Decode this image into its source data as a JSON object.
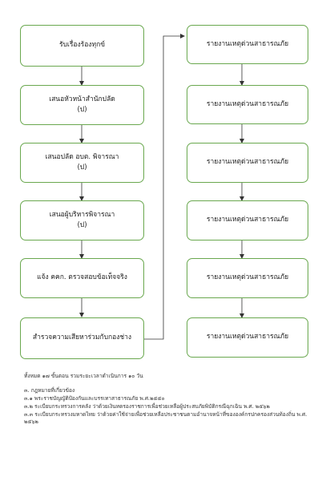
{
  "left_steps": [
    {
      "line1": "รับเรื่องร้องทุกข์",
      "line2": ""
    },
    {
      "line1": "เสนอหัวหน้าสำนักปลัด",
      "line2": "(ป)"
    },
    {
      "line1": "เสนอปลัด อบต. พิจารณา",
      "line2": "(ป)"
    },
    {
      "line1": "เสนอผู้บริหารพิจารณา",
      "line2": "(ป)"
    },
    {
      "line1": "แจ้ง คคก. ตรวจสอบข้อเท็จจริง",
      "line2": ""
    },
    {
      "line1": "สำรวจความเสียหาร่วมกับกองช่าง",
      "line2": ""
    }
  ],
  "right_steps": [
    {
      "line1": "รายงานเหตุด่วนสาธารณภัย"
    },
    {
      "line1": "รายงานเหตุด่วนสาธารณภัย"
    },
    {
      "line1": "รายงานเหตุด่วนสาธารณภัย"
    },
    {
      "line1": "รายงานเหตุด่วนสาธารณภัย"
    },
    {
      "line1": "รายงานเหตุด่วนสาธารณภัย"
    },
    {
      "line1": "รายงานเหตุด่วนสาธารณภัย"
    }
  ],
  "notes": {
    "summary": "ทั้งหมด ๑๗ ขั้นตอน รวมระยะเวลาดำเนินการ ๑๐ วัน",
    "law_heading": "๓. กฎหมายที่เกี่ยวข้อง",
    "law_1": "๓.๑ พระราชบัญญัติป้องกันและบรรเทาสาธารณภัย พ.ศ.๒๕๕๐",
    "law_2": "๓.๒ ระเบียบกระทรวงการคลัง ว่าด้วยเงินทดรองราชการเพื่อช่วยเหลือผู้ประสบภัยพิบัติกรณีฉุกเฉิน พ.ศ. ๒๕๖๒",
    "law_3": "๓.๓ ระเบียบกระทรวงมหาดไทย ว่าด้วยค่าใช้จ่ายเพื่อช่วยเหลือประชาชนตามอำนาจหน้าที่ขององค์กรปกครองส่วนท้องถิ่น พ.ศ. ๒๕๖๒"
  }
}
